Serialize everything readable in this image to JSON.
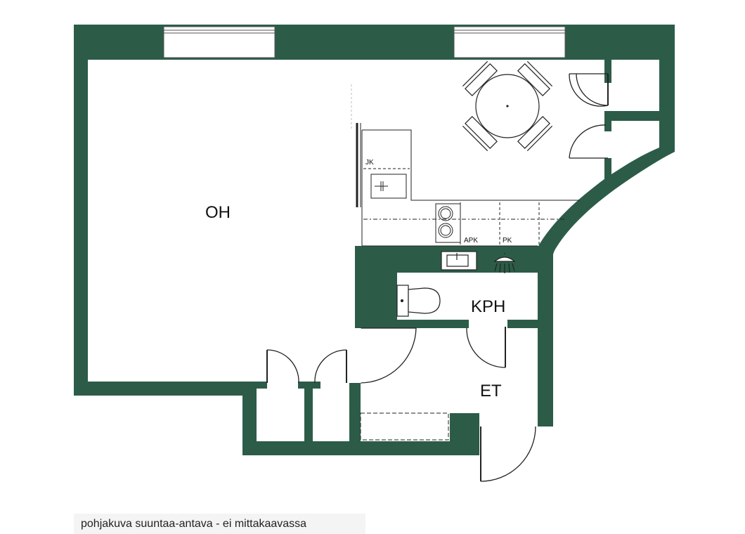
{
  "rooms": {
    "living": "OH",
    "bathroom": "KPH",
    "entrance": "ET"
  },
  "fixtures": {
    "kitchen_cabinet": "JK",
    "dishwasher": "APK",
    "washer": "PK"
  },
  "caption": "pohjakuva suuntaa-antava - ei mittakaavassa",
  "colors": {
    "wall": "#2c5c48",
    "line": "#222222",
    "background": "#ffffff"
  }
}
